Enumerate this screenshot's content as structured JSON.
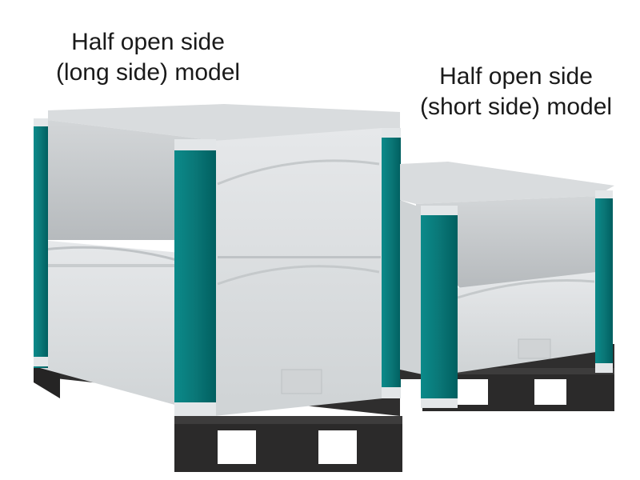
{
  "captions": {
    "long_side": {
      "line1": "Half open side",
      "line2": "(long side) model"
    },
    "short_side": {
      "line1": "Half open side",
      "line2": "(short side) model"
    }
  },
  "colors": {
    "bin_body": "#dcdfe1",
    "bin_shadow": "#b9bdc0",
    "bin_inner": "#c4c8cb",
    "corner_post": "#007c7c",
    "corner_post_dark": "#005d5e",
    "pallet_base": "#2b2a2a"
  }
}
